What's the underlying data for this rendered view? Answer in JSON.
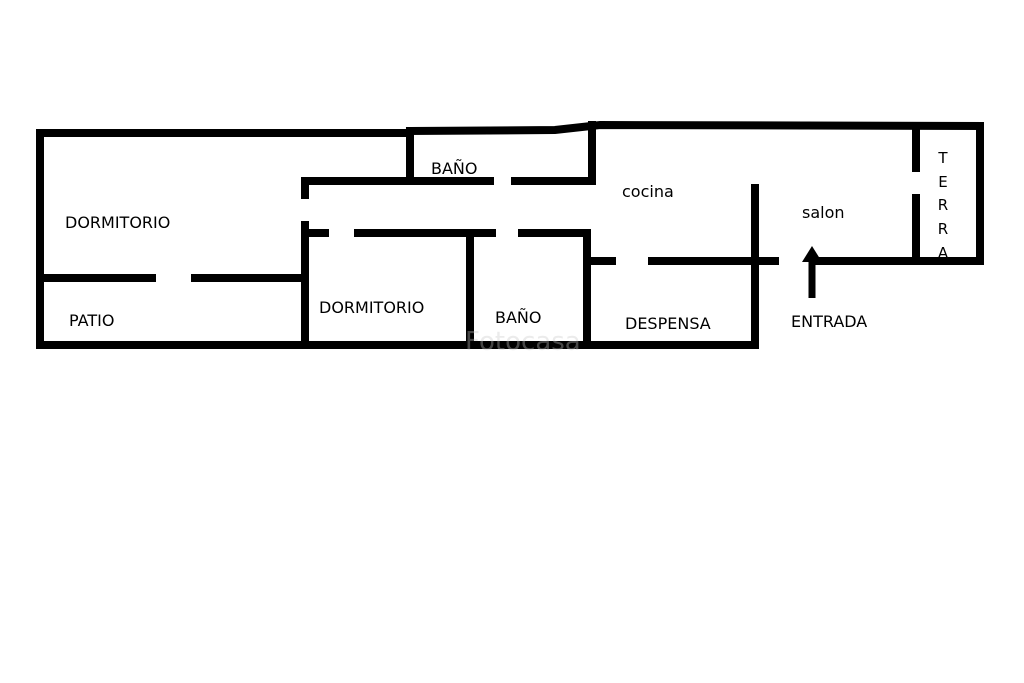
{
  "floor_plan": {
    "rooms": {
      "dormitorio_1": "DORMITORIO",
      "patio": "PATIO",
      "bano_1": "BAÑO",
      "dormitorio_2": "DORMITORIO",
      "bano_2": "BAÑO",
      "cocina": "cocina",
      "despensa": "DESPENSA",
      "salon": "salon",
      "entrada": "ENTRADA",
      "terraza_letters": [
        "T",
        "E",
        "R",
        "R",
        "A"
      ]
    },
    "watermark": "Fotocasa",
    "colors": {
      "wall": "#000000",
      "background": "#ffffff"
    }
  }
}
